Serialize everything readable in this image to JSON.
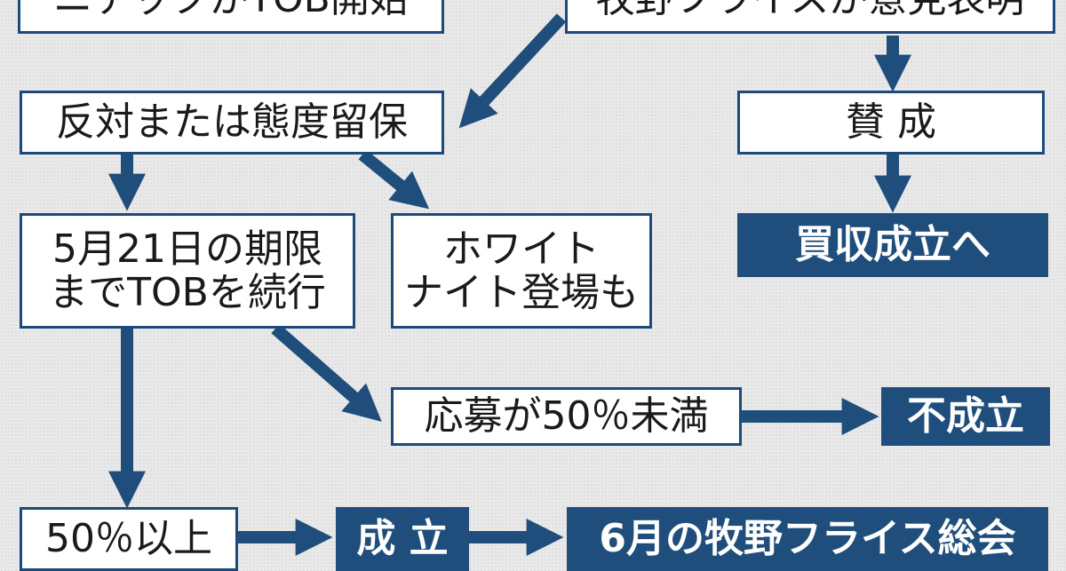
{
  "colors": {
    "background": "#e9e9e9",
    "box_fill": "#ffffff",
    "box_border": "#1d4a7c",
    "accent_fill": "#1f4e7c",
    "accent_text": "#ffffff",
    "arrow": "#1f4e7c"
  },
  "boxes": {
    "tob_start": "ニデックがTOB開始",
    "makino_opinion": "牧野フライスが意見表明",
    "oppose_or_reserve": "反対または態度留保",
    "approve": "賛 成",
    "buyout_success": "買収成立へ",
    "continue_tob": "5月21日の期限\nまでTOBを続行",
    "white_knight": "ホワイト\nナイト登場も",
    "under_50": "応募が50％未満",
    "fail": "不成立",
    "over_50": "50％以上",
    "success": "成 立",
    "makino_meeting": "6月の牧野フライス総会"
  }
}
